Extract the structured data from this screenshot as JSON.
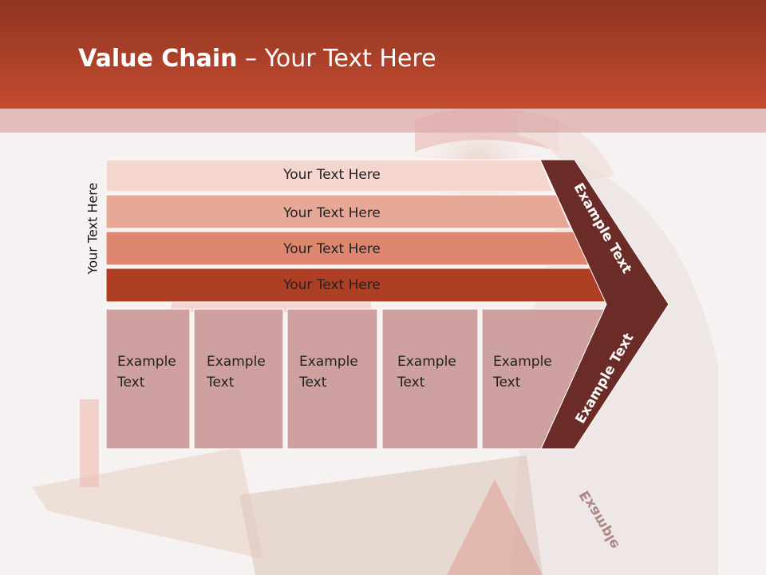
{
  "title": {
    "bold": "Value Chain",
    "rest": " – Your Text Here"
  },
  "side_label": "Your Text Here",
  "bars": [
    {
      "label": "Your Text Here",
      "fill": "#f5d6cf"
    },
    {
      "label": "Your Text Here",
      "fill": "#e8a898"
    },
    {
      "label": "Your Text Here",
      "fill": "#df8670"
    },
    {
      "label": "Your Text Here",
      "fill": "#ae3f25"
    }
  ],
  "boxes": [
    {
      "line1": "Example",
      "line2": "Text"
    },
    {
      "line1": "Example",
      "line2": "Text"
    },
    {
      "line1": "Example",
      "line2": "Text"
    },
    {
      "line1": "Example",
      "line2": "Text"
    },
    {
      "line1": "Example",
      "line2": "Text"
    }
  ],
  "chevron": {
    "upper": "Example Text",
    "lower": "Example Text",
    "reflected": "Example"
  },
  "colors": {
    "header_top": "#8e3521",
    "header_bottom": "#c44b30",
    "box_fill": "#cfa0a0",
    "chevron_fill": "#6b2c28"
  }
}
